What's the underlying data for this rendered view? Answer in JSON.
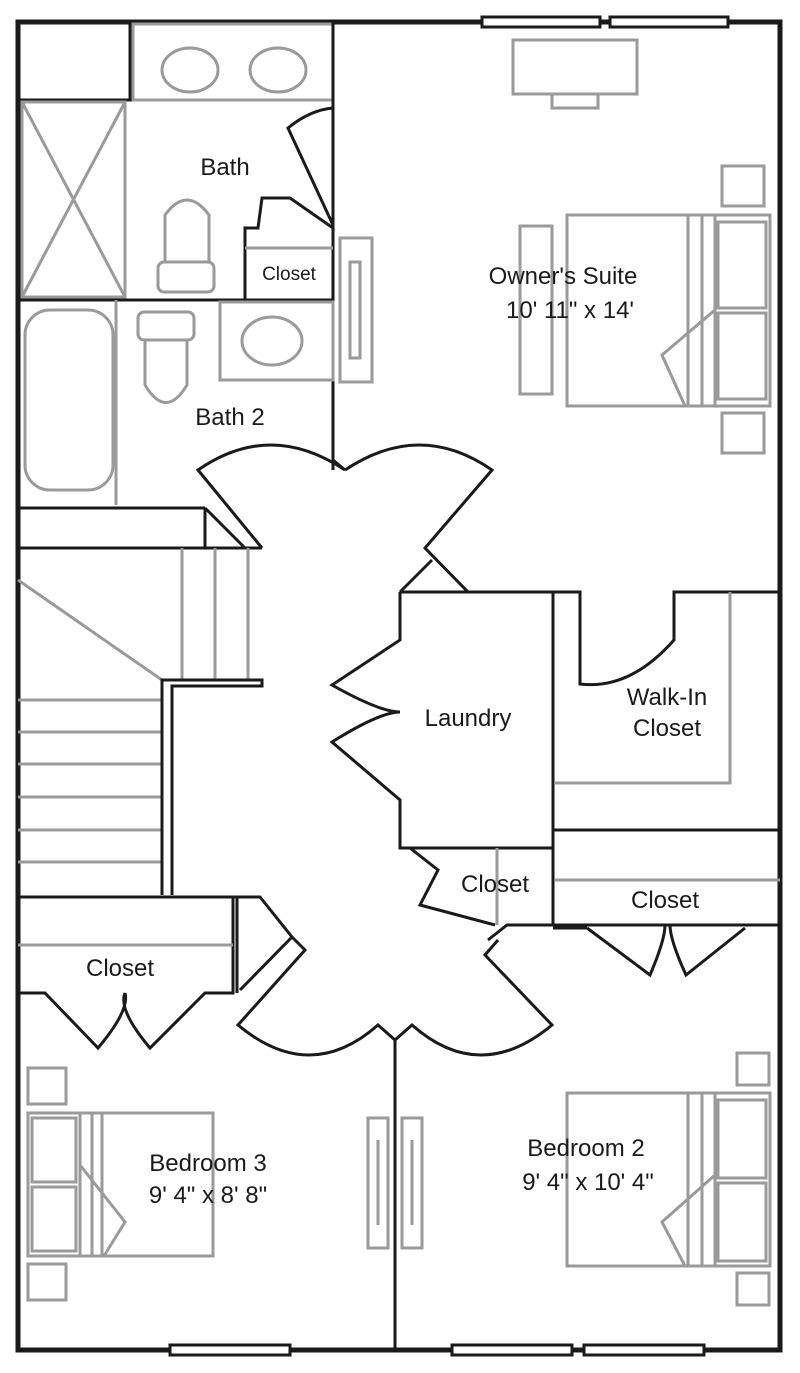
{
  "rooms": {
    "bath": {
      "label": "Bath"
    },
    "bath_closet": {
      "label": "Closet"
    },
    "owners_suite": {
      "label": "Owner's Suite",
      "dimensions": "10' 11\" x 14'"
    },
    "bath2": {
      "label": "Bath 2"
    },
    "laundry": {
      "label": "Laundry"
    },
    "walk_in_closet": {
      "label_line1": "Walk-In",
      "label_line2": "Closet"
    },
    "hall_closet": {
      "label": "Closet"
    },
    "right_closet": {
      "label": "Closet"
    },
    "left_closet": {
      "label": "Closet"
    },
    "bedroom3": {
      "label": "Bedroom 3",
      "dimensions": "9' 4\" x 8' 8\""
    },
    "bedroom2": {
      "label": "Bedroom 2",
      "dimensions": "9' 4\" x 10' 4\""
    }
  }
}
